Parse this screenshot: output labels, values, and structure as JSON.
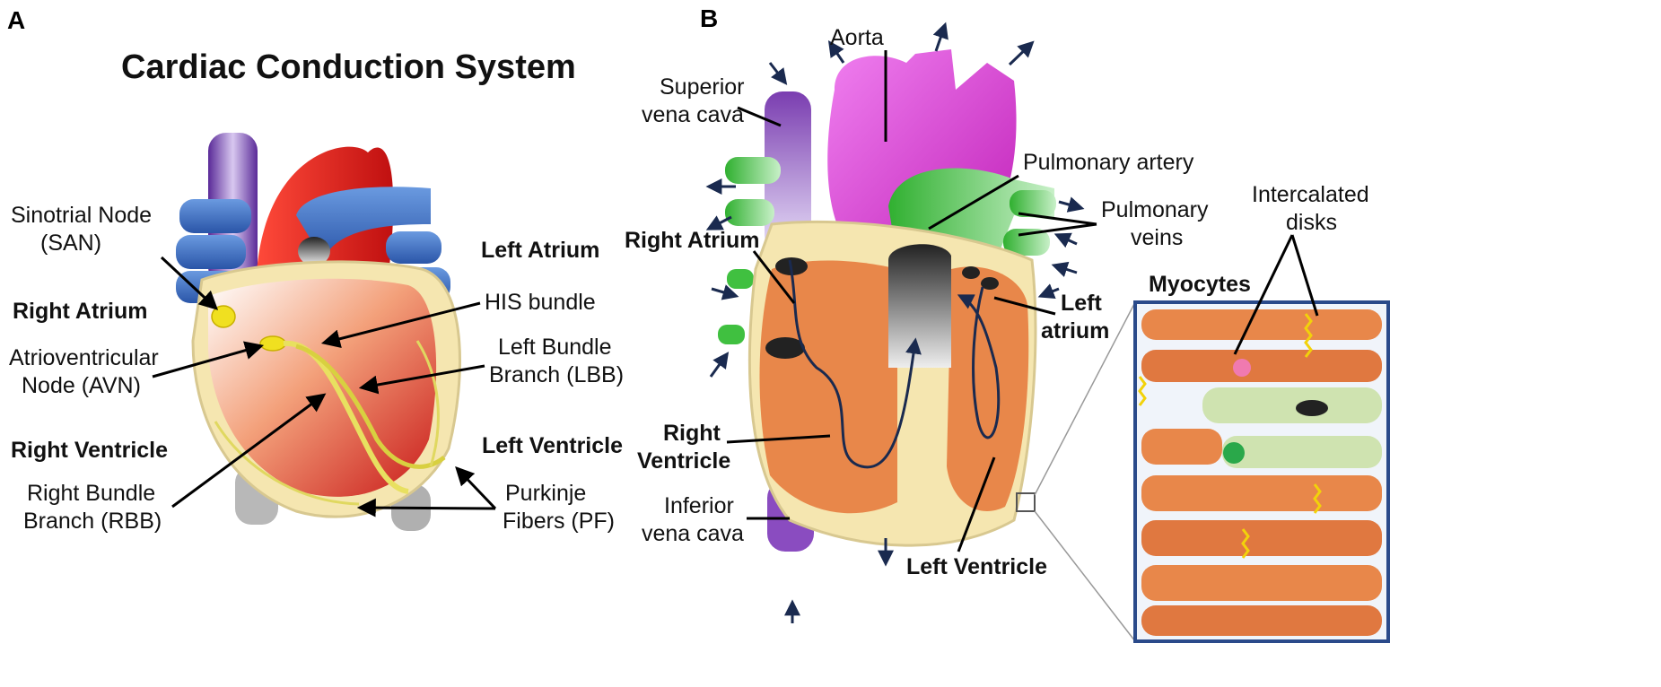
{
  "panel_a": {
    "letter": "A",
    "title": "Cardiac Conduction System",
    "labels": {
      "san_1": "Sinotrial Node",
      "san_2": "(SAN)",
      "right_atrium": "Right Atrium",
      "avn_1": "Atrioventricular",
      "avn_2": "Node (AVN)",
      "right_ventricle": "Right Ventricle",
      "rbb_1": "Right Bundle",
      "rbb_2": "Branch (RBB)",
      "left_atrium": "Left Atrium",
      "his": "HIS bundle",
      "lbb_1": "Left Bundle",
      "lbb_2": "Branch (LBB)",
      "left_ventricle": "Left Ventricle",
      "pf_1": "Purkinje",
      "pf_2": "Fibers (PF)"
    }
  },
  "panel_b": {
    "letter": "B",
    "labels": {
      "aorta": "Aorta",
      "svc_1": "Superior",
      "svc_2": "vena cava",
      "pulmonary_artery": "Pulmonary artery",
      "pulmonary_veins_1": "Pulmonary",
      "pulmonary_veins_2": "veins",
      "right_atrium": "Right Atrium",
      "left_atrium_1": "Left",
      "left_atrium_2": "atrium",
      "right_ventricle_1": "Right",
      "right_ventricle_2": "Ventricle",
      "ivc_1": "Inferior",
      "ivc_2": "vena cava",
      "left_ventricle": "Left Ventricle",
      "myocytes": "Myocytes",
      "intercalated_1": "Intercalated",
      "intercalated_2": "disks"
    }
  },
  "colors": {
    "aorta_red": "#d42020",
    "vein_blue": "#3a6fc4",
    "sac_beige": "#f5e6b0",
    "node_yellow": "#f0e020",
    "aorta_magenta": "#e040d8",
    "pulm_green": "#40c040",
    "vena_purple": "#7a3db0",
    "muscle_orange": "#e8874a",
    "inset_border": "#2a4a8a"
  }
}
